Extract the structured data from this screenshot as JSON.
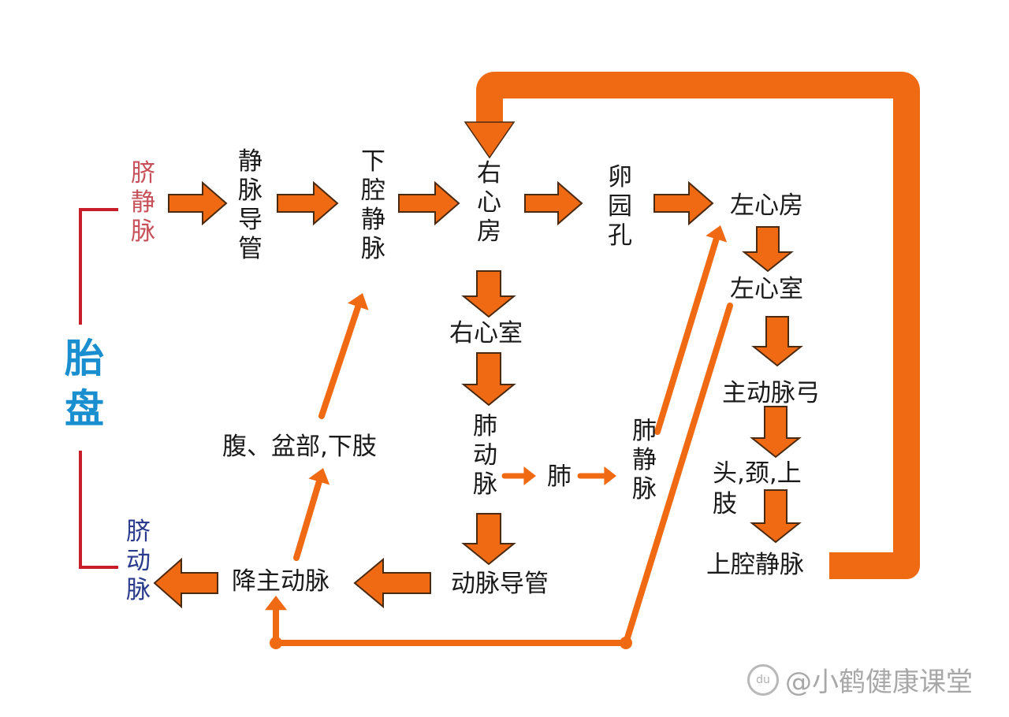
{
  "nodes": {
    "umbilical_vein": "脐静脉",
    "ductus_venosus": "静脉导管",
    "inferior_vena_cava": "下腔静脉",
    "right_atrium": "右心房",
    "foramen_ovale": "卵园孔",
    "left_atrium": "左心房",
    "left_ventricle": "左心室",
    "right_ventricle": "右心室",
    "pulmonary_artery": "肺动脉",
    "lung": "肺",
    "pulmonary_vein": "肺静脉",
    "aortic_arch": "主动脉弓",
    "head_neck_upper_limbs": "头,颈,上肢",
    "superior_vena_cava": "上腔静脉",
    "ductus_arteriosus": "动脉导管",
    "descending_aorta": "降主动脉",
    "abdomen_pelvis_lower_limbs": "腹、盆部,下肢",
    "umbilical_artery": "脐动脉",
    "placenta": "胎盘"
  },
  "watermark": {
    "text": "@小鹤健康课堂",
    "logo": "du"
  },
  "colors": {
    "arrow": "#f06a14",
    "arrow_outline": "#4a2a10",
    "umbilical_vein_text": "#c8505a",
    "umbilical_artery_text": "#2a3a8c",
    "placenta_text": "#1a8fd0",
    "bracket": "#c81e2a"
  }
}
